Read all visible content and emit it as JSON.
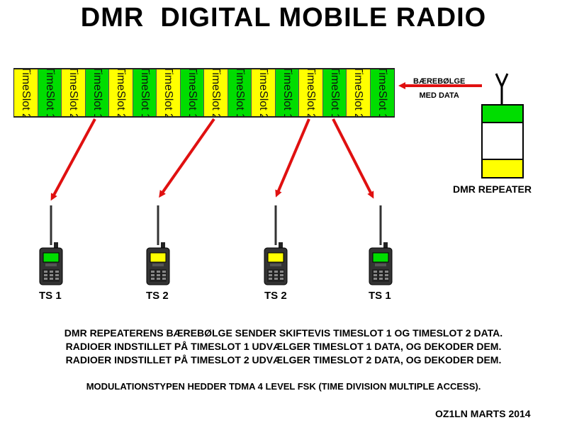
{
  "title": "DMR  DIGITAL MOBILE RADIO",
  "timeslot_strip": {
    "slots": [
      {
        "label": "TimeSlot 2",
        "color": "#ffff00"
      },
      {
        "label": "TimeSlot 1",
        "color": "#00dd00"
      },
      {
        "label": "TimeSlot 2",
        "color": "#ffff00"
      },
      {
        "label": "TimeSlot 1",
        "color": "#00dd00"
      },
      {
        "label": "TimeSlot 2",
        "color": "#ffff00"
      },
      {
        "label": "TimeSlot 1",
        "color": "#00dd00"
      },
      {
        "label": "TimeSlot 2",
        "color": "#ffff00"
      },
      {
        "label": "TimeSlot 1",
        "color": "#00dd00"
      },
      {
        "label": "TimeSlot 2",
        "color": "#ffff00"
      },
      {
        "label": "TimeSlot 1",
        "color": "#00dd00"
      },
      {
        "label": "TimeSlot 2",
        "color": "#ffff00"
      },
      {
        "label": "TimeSlot 1",
        "color": "#00dd00"
      },
      {
        "label": "TimeSlot 2",
        "color": "#ffff00"
      },
      {
        "label": "TimeSlot 1",
        "color": "#00dd00"
      },
      {
        "label": "TimeSlot 2",
        "color": "#ffff00"
      },
      {
        "label": "TimeSlot 1",
        "color": "#00dd00"
      }
    ]
  },
  "carrier_label": {
    "line1": "BÆREBØLGE",
    "line2": "MED DATA"
  },
  "repeater": {
    "label": "DMR REPEATER",
    "top_color": "#00dd00",
    "bottom_color": "#ffff00"
  },
  "radios": [
    {
      "label": "TS 1",
      "screen_color": "#00dd00"
    },
    {
      "label": "TS 2",
      "screen_color": "#ffff00"
    },
    {
      "label": "TS 2",
      "screen_color": "#ffff00"
    },
    {
      "label": "TS 1",
      "screen_color": "#00dd00"
    }
  ],
  "description": {
    "line1": "DMR REPEATERENS BÆREBØLGE SENDER SKIFTEVIS TIMESLOT 1 OG TIMESLOT 2 DATA.",
    "line2": "RADIOER INDSTILLET PÅ TIMESLOT 1 UDVÆLGER TIMESLOT 1 DATA, OG DEKODER DEM.",
    "line3": "RADIOER INDSTILLET PÅ TIMESLOT 2 UDVÆLGER TIMESLOT 2 DATA, OG DEKODER DEM.",
    "modulation": "MODULATIONSTYPEN HEDDER TDMA 4 LEVEL FSK (TIME DIVISION MULTIPLE ACCESS)."
  },
  "credit": "OZ1LN MARTS 2014",
  "colors": {
    "arrow": "#e01010",
    "ts1": "#00dd00",
    "ts2": "#ffff00"
  }
}
